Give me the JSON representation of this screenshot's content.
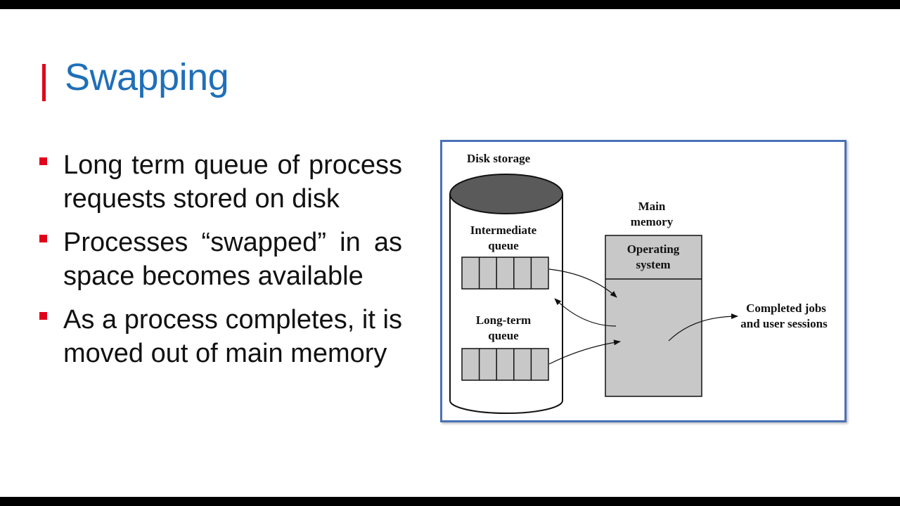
{
  "slide": {
    "title": "Swapping",
    "bullets": [
      "Long term queue of process requests stored on disk",
      "Processes “swapped” in as space becomes available",
      "As a process completes, it is moved out of main memory"
    ]
  },
  "diagram": {
    "disk_storage": "Disk storage",
    "intermediate_queue": [
      "Intermediate",
      "queue"
    ],
    "long_term_queue": [
      "Long-term",
      "queue"
    ],
    "main_memory": [
      "Main",
      "memory"
    ],
    "operating_system": [
      "Operating",
      "system"
    ],
    "completed": [
      "Completed jobs",
      "and user sessions"
    ]
  },
  "colors": {
    "accent_red": "#e0001b",
    "title_blue": "#1f6fb8",
    "frame_blue": "#4a71b6",
    "fill_gray": "#c8c8c8",
    "disk_top": "#5a5a5a"
  }
}
